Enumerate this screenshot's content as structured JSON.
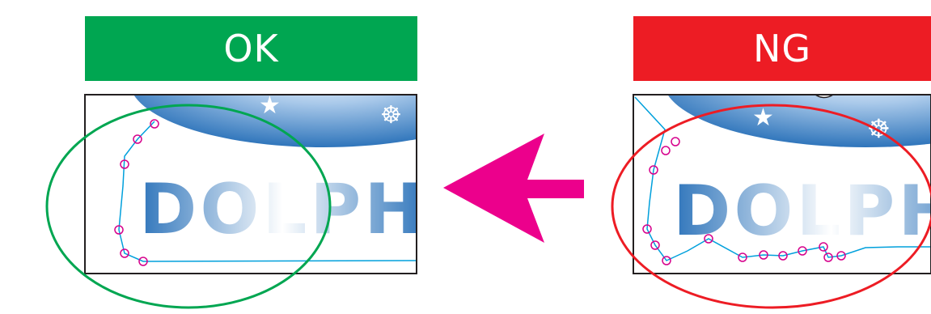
{
  "panels": {
    "ok": {
      "label": "OK",
      "color": "#00a651",
      "marker_color": "#00a651"
    },
    "ng": {
      "label": "NG",
      "color": "#ed1c24",
      "marker_color": "#ed1c24"
    }
  },
  "artwork": {
    "word": "DOLPH",
    "word_ng": "DOLPHI"
  },
  "arrow": {
    "direction": "left",
    "color": "#ec008c"
  },
  "path_color": "#00a0dc",
  "anchor_color": "#d6008c"
}
